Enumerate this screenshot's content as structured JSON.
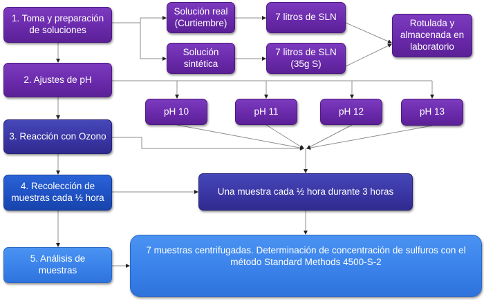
{
  "diagram": {
    "type": "flowchart",
    "colors": {
      "purple": "#6a2aab",
      "indigo": "#3a36a4",
      "royal_blue": "#1f51c3",
      "sky_blue": "#3a82ea",
      "connector": "#8c8c8c"
    },
    "steps": [
      {
        "id": "step1",
        "label": "1. Toma y preparación\nde soluciones"
      },
      {
        "id": "step2",
        "label": "2. Ajustes de pH"
      },
      {
        "id": "step3",
        "label": "3. Reacción con Ozono"
      },
      {
        "id": "step4",
        "label": "4. Recolección de\nmuestras cada ½ hora"
      },
      {
        "id": "step5",
        "label": "5. Análisis de\nmuestras"
      }
    ],
    "solutions": {
      "real": "Solución real\n(Curtiembre)",
      "synthetic": "Solución\nsintética",
      "real_volume": "7 litros de SLN",
      "synthetic_volume": "7 litros de SLN\n(35g S)",
      "storage": "Rotulada y\nalmacenada en\nlaboratorio"
    },
    "ph_levels": [
      "pH 10",
      "pH 11",
      "pH 12",
      "pH 13"
    ],
    "sampling": "Una muestra cada ½ hora durante 3 horas",
    "analysis": "7 muestras centrifugadas. Determinación de concentración de sulfuros con el\nmétodo Standard Methods 4500-S-2"
  }
}
